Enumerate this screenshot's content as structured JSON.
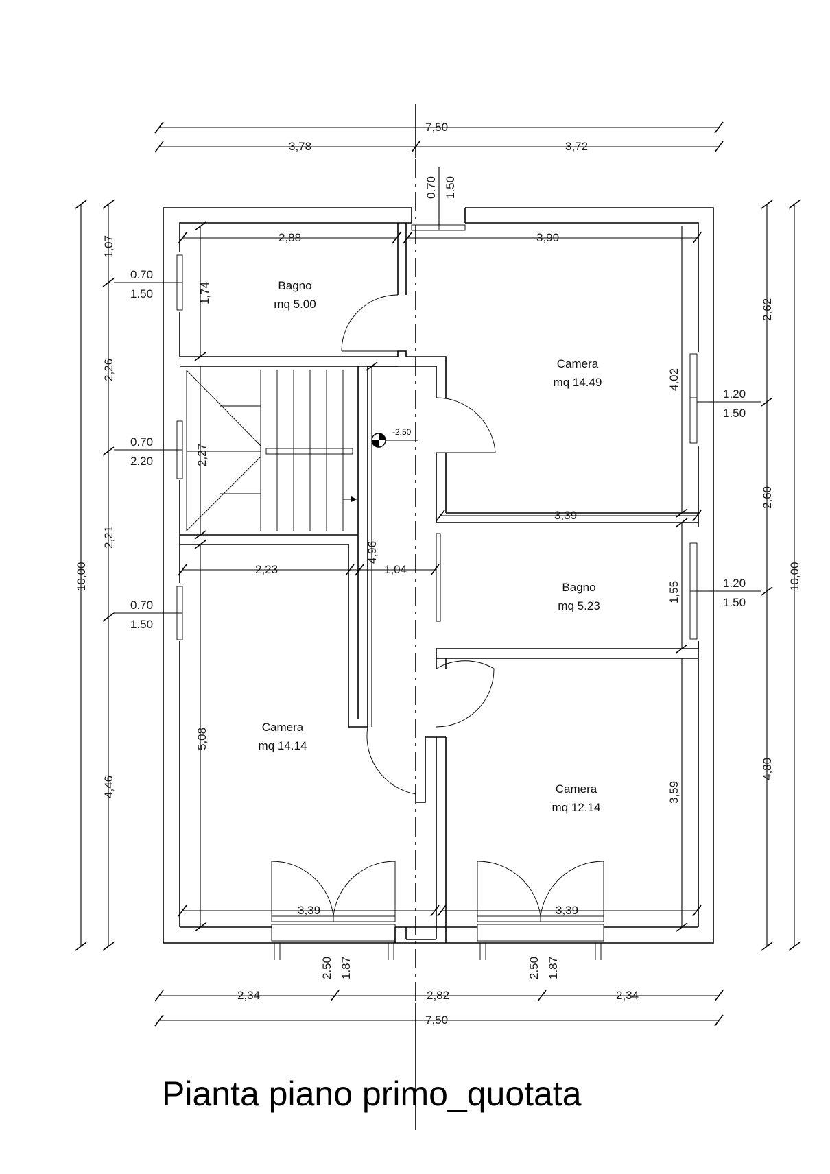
{
  "drawing": {
    "title": "Pianta piano primo_quotata",
    "level_marker": "-2.50"
  },
  "rooms": [
    {
      "name": "Bagno",
      "area": "mq 5.00"
    },
    {
      "name": "Camera",
      "area": "mq 14.49"
    },
    {
      "name": "Bagno",
      "area": "mq 5.23"
    },
    {
      "name": "Camera",
      "area": "mq 14.14"
    },
    {
      "name": "Camera",
      "area": "mq 12.14"
    }
  ],
  "dimensions": {
    "top_total": "7,50",
    "top_left": "3,78",
    "top_right": "3,72",
    "top_window_h": "0.70",
    "top_window_w": "1.50",
    "bath1_width": "2,88",
    "camera1_width": "3,90",
    "bath1_depth": "1,74",
    "stair_depth": "2,27",
    "camera1_depth": "4,02",
    "bath2_width": "3,39",
    "corridor_len": "4,96",
    "camera2_width": "2,23",
    "corridor_width": "1,04",
    "bath2_depth": "1,55",
    "camera2_depth": "5,08",
    "camera3_depth": "3,59",
    "camera2_bottom_width": "3,39",
    "camera3_bottom_width": "3,39",
    "bottom_door_left_h": "1.87",
    "bottom_door_left_w": "2.50",
    "bottom_door_right_h": "1.87",
    "bottom_door_right_w": "2.50",
    "bottom_left": "2,34",
    "bottom_mid": "2,82",
    "bottom_right": "2,34",
    "bottom_total": "7,50",
    "left_total": "10,00",
    "left_1": "1,07",
    "left_2": "2,26",
    "left_3": "2,21",
    "left_4": "4,46",
    "left_win1_h": "0.70",
    "left_win1_w": "1.50",
    "left_win2_h": "0.70",
    "left_win2_w": "2.20",
    "left_win3_h": "0.70",
    "left_win3_w": "1.50",
    "right_total": "10,00",
    "right_1": "2,62",
    "right_2": "2,60",
    "right_3": "4,80",
    "right_win1_h": "1.20",
    "right_win1_w": "1.50",
    "right_win2_h": "1.20",
    "right_win2_w": "1.50"
  }
}
